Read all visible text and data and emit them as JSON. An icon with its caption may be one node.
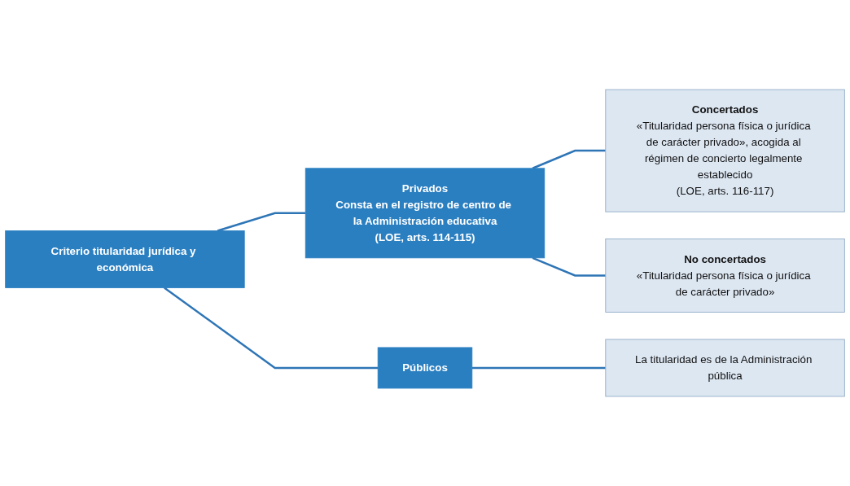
{
  "diagram": {
    "nodes": [
      {
        "text": [
          "Criterio titularidad jurídica y económica"
        ]
      },
      {
        "text": [
          "Privados",
          "Consta en el registro de centro de la Administración educativa",
          "(LOE, arts. 114-115)"
        ]
      },
      {
        "text": [
          "Concertados",
          "«Titularidad persona física o jurídica de carácter privado», acogida al régimen de concierto legalmente establecido",
          "(LOE, arts. 116-117)"
        ]
      },
      {
        "text": [
          "No concertados",
          "«Titularidad persona física o jurídica de carácter privado»"
        ]
      },
      {
        "text": [
          "Públicos"
        ]
      },
      {
        "text": [
          "La titularidad es de la Administración pública"
        ]
      }
    ],
    "edges": [
      {
        "from": 0,
        "to": 1,
        "arrow": "none"
      },
      {
        "from": 1,
        "to": 2,
        "arrow": "none"
      },
      {
        "from": 1,
        "to": 3,
        "arrow": "none"
      },
      {
        "from": 0,
        "to": 4,
        "arrow": "none"
      },
      {
        "from": 4,
        "to": 5,
        "arrow": "none"
      }
    ]
  }
}
